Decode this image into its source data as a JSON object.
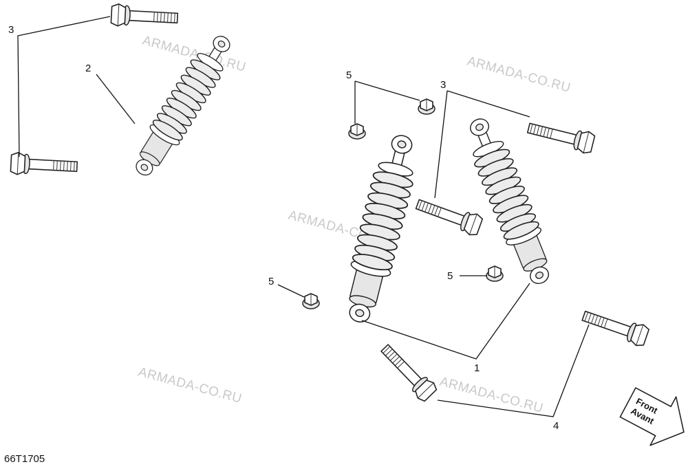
{
  "diagram": {
    "reference_code": "66T1705",
    "watermark": "ARMADA-CO.RU",
    "direction_arrow": {
      "line1": "Front",
      "line2": "Avant"
    },
    "callouts": {
      "shock_absorber_pair": "1",
      "shock_absorber_single": "2",
      "upper_bolt": "3",
      "lower_bolt": "4",
      "flange_nut": "5"
    }
  },
  "icons": [
    "shock-absorber-icon",
    "bolt-icon",
    "flange-nut-icon",
    "direction-arrow-icon"
  ]
}
